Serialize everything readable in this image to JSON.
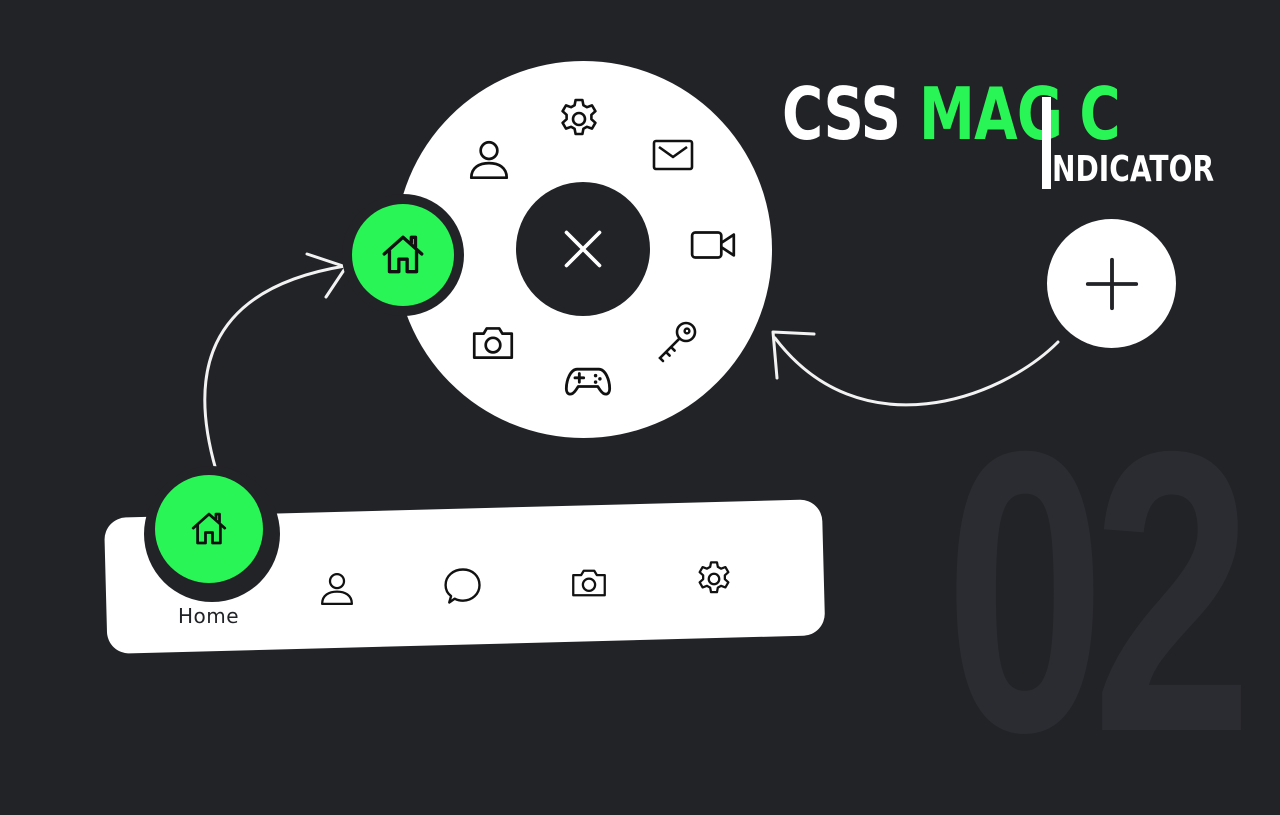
{
  "background_number": "02",
  "title": {
    "part1": "CSS ",
    "part2": "MAG",
    "part3": "C",
    "subtitle": "NDICATOR",
    "accent_color": "#29f556",
    "bg_color": "#222327"
  },
  "radial_menu": {
    "active_item": {
      "icon": "home-icon"
    },
    "center_button": {
      "icon": "close-icon"
    },
    "items": [
      {
        "icon": "settings-icon"
      },
      {
        "icon": "mail-icon"
      },
      {
        "icon": "video-icon"
      },
      {
        "icon": "key-icon"
      },
      {
        "icon": "gamepad-icon"
      },
      {
        "icon": "camera-icon"
      },
      {
        "icon": "user-icon"
      }
    ]
  },
  "fab": {
    "icon": "plus-icon"
  },
  "tab_bar": {
    "items": [
      {
        "icon": "home-icon",
        "label": "Home",
        "active": true
      },
      {
        "icon": "user-icon",
        "label": ""
      },
      {
        "icon": "chat-icon",
        "label": ""
      },
      {
        "icon": "camera-icon",
        "label": ""
      },
      {
        "icon": "settings-icon",
        "label": ""
      }
    ]
  }
}
